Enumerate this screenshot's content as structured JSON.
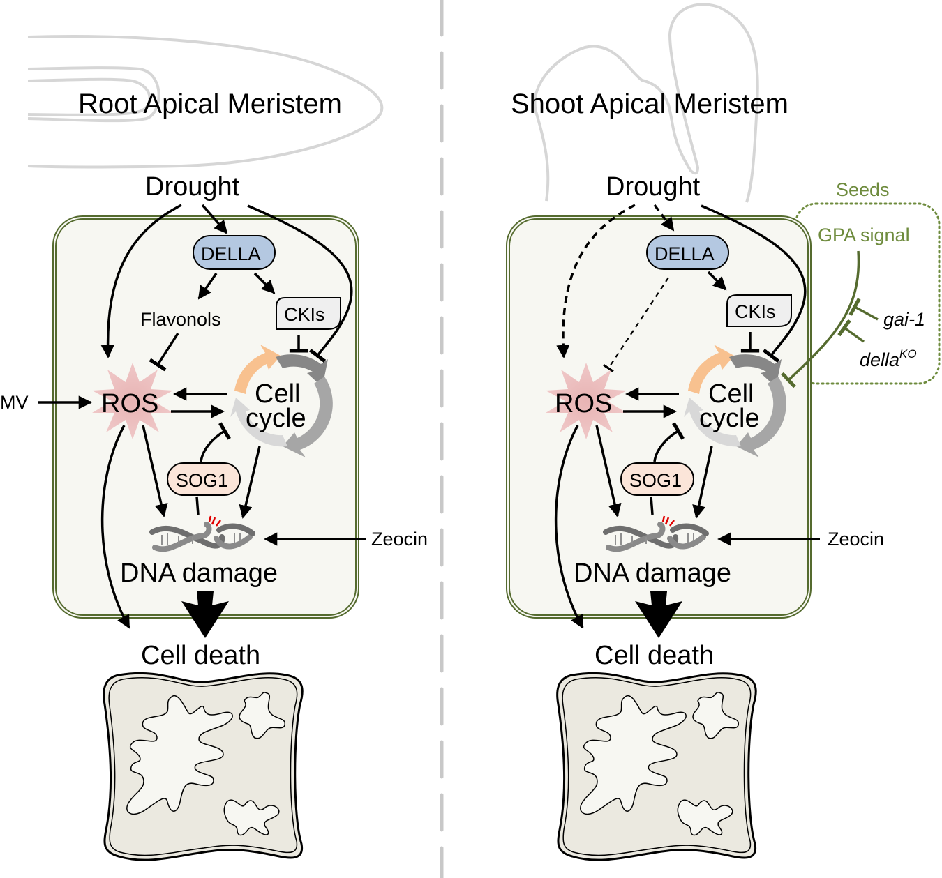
{
  "figure": {
    "divider": "dashed-vertical-line",
    "panels": [
      {
        "id": "root",
        "title": "Root Apical Meristem",
        "stimulus": "Drought",
        "nodes": {
          "della": "DELLA",
          "flavonols": "Flavonols",
          "ckis": "CKIs",
          "ros": "ROS",
          "cell_cycle_line1": "Cell",
          "cell_cycle_line2": "cycle",
          "sog1": "SOG1",
          "dna_damage": "DNA damage",
          "cell_death": "Cell death",
          "mv": "MV",
          "zeocin": "Zeocin"
        }
      },
      {
        "id": "shoot",
        "title": "Shoot Apical Meristem",
        "stimulus": "Drought",
        "nodes": {
          "della": "DELLA",
          "ckis": "CKIs",
          "ros": "ROS",
          "cell_cycle_line1": "Cell",
          "cell_cycle_line2": "cycle",
          "sog1": "SOG1",
          "dna_damage": "DNA damage",
          "cell_death": "Cell death",
          "zeocin": "Zeocin"
        },
        "seeds_box": {
          "label": "Seeds",
          "signal": "GPA signal",
          "mutant1": "gai-1",
          "mutant2_base": "della",
          "mutant2_sup": "KO"
        }
      }
    ],
    "colors": {
      "della_fill": "#b4c8e1",
      "sog1_fill": "#fbe5d9",
      "ckis_fill": "#efefef",
      "ros_fill": "#e8b4b4",
      "cell_fill": "#f7f7f2",
      "cell_border": "#556b2f",
      "seeds_green": "#6e8b3d",
      "cycle_orange": "#f8c18f",
      "cycle_dark": "#878787",
      "cycle_mid": "#a6a6a6",
      "cycle_light": "#d8d8d8",
      "dead_cell_fill": "#ebe9e0",
      "damage_red": "#e00000"
    }
  }
}
